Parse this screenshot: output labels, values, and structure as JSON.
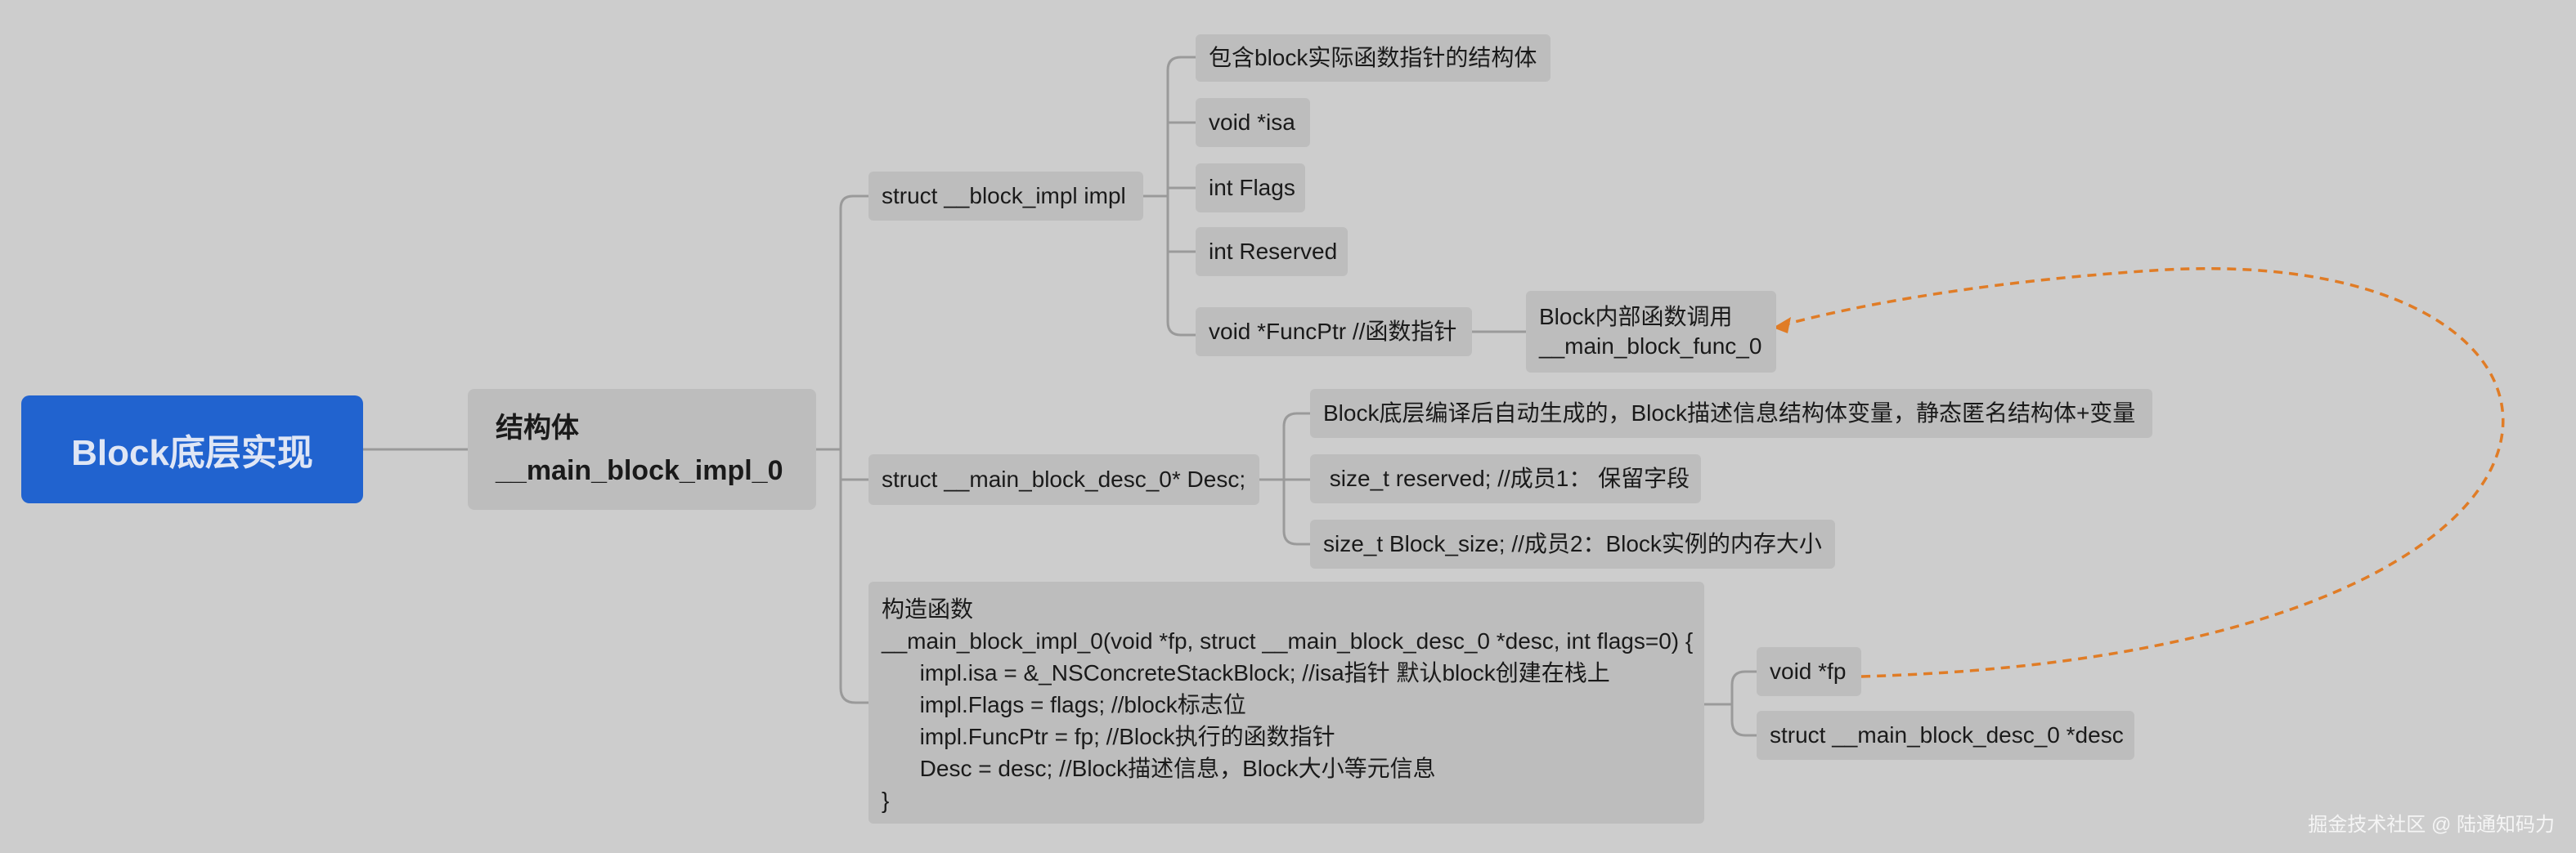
{
  "root": {
    "label": "Block底层实现"
  },
  "main_struct": {
    "label": "结构体\n__main_block_impl_0"
  },
  "impl": {
    "label": "struct __block_impl impl",
    "description": "包含block实际函数指针的结构体",
    "isa": "void *isa",
    "flags": "int Flags",
    "reserved": "int Reserved",
    "funcptr": "void *FuncPtr //函数指针",
    "func_call": "Block内部函数调用\n__main_block_func_0"
  },
  "desc": {
    "label": "struct __main_block_desc_0* Desc;",
    "description": "Block底层编译后自动生成的，Block描述信息结构体变量，静态匿名结构体+变量",
    "reserved": " size_t reserved; //成员1： 保留字段",
    "block_size": "size_t Block_size; //成员2：Block实例的内存大小"
  },
  "constructor": {
    "label": "构造函数\n__main_block_impl_0(void *fp, struct __main_block_desc_0 *desc, int flags=0) {\n      impl.isa = &_NSConcreteStackBlock; //isa指针 默认block创建在栈上\n      impl.Flags = flags; //block标志位\n      impl.FuncPtr = fp; //Block执行的函数指针\n      Desc = desc; //Block描述信息，Block大小等元信息\n}",
    "param_fp": "void *fp",
    "param_desc": "struct __main_block_desc_0 *desc"
  },
  "watermark": "掘金技术社区 @ 陆通知码力",
  "colors": {
    "root": "#2163cf",
    "node": "#bdbdbd",
    "connector": "#9a9a9a",
    "arrow": "#e07c26"
  }
}
